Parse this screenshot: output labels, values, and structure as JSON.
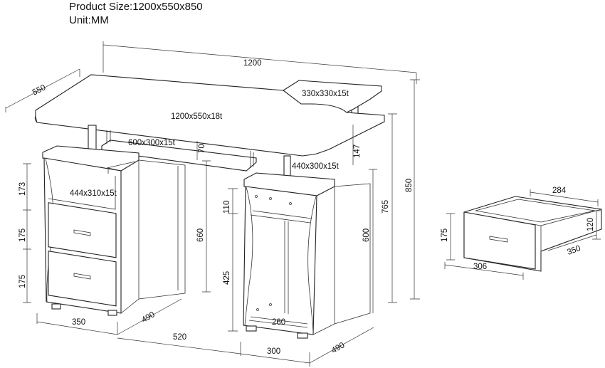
{
  "header": {
    "product_size": "Product Size:1200x550x850",
    "unit": "Unit:MM"
  },
  "dimensions": {
    "top_width": "1200",
    "top_depth": "550",
    "desktop_panel": "1200x550x18t",
    "shelf_top": "330x330x15t",
    "keyboard_tray": "600x300x15t",
    "gap_70": "70",
    "gap_147": "147",
    "right_shelf": "440x300x15t",
    "total_height": "850",
    "height_765": "765",
    "height_600": "600",
    "height_110": "110",
    "height_425": "425",
    "height_660": "660",
    "left_shelf": "444x310x15t",
    "left_173": "173",
    "left_175a": "175",
    "left_175b": "175",
    "left_width_350": "350",
    "left_depth_490": "490",
    "middle_520": "520",
    "right_width_300": "300",
    "right_depth_490": "490",
    "right_inner_260": "260",
    "drawer_width_284": "284",
    "drawer_height_120": "120",
    "drawer_depth_350": "350",
    "drawer_front_175": "175",
    "drawer_front_306": "306"
  }
}
